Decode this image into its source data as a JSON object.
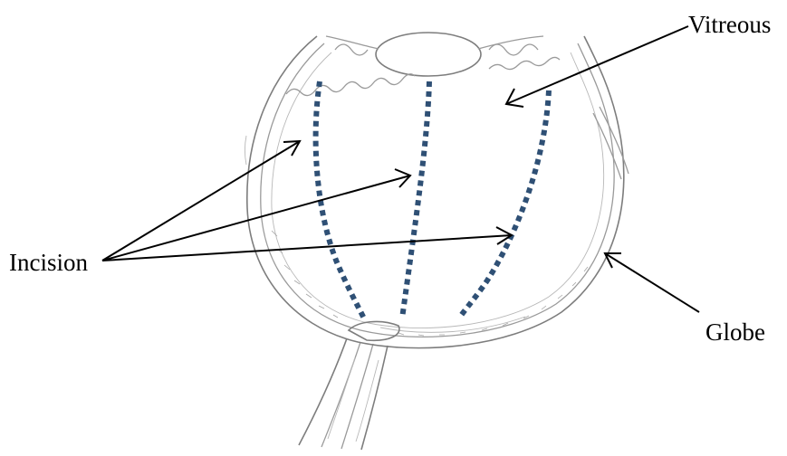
{
  "labels": {
    "vitreous": "Vitreous",
    "incision": "Incision",
    "globe": "Globe"
  },
  "colors": {
    "incision_line": "#2f5075",
    "arrow": "#000000",
    "eye_outline": "#9a9a9a"
  },
  "icons": {
    "arrowhead": "open-chevron-arrowhead"
  }
}
